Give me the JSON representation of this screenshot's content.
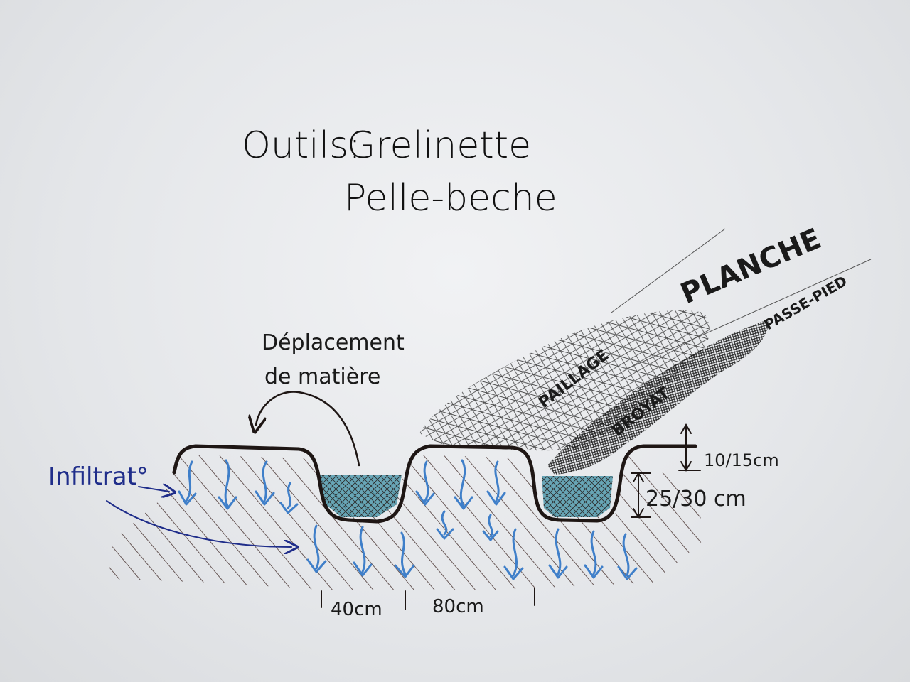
{
  "title": {
    "label": "Outils:",
    "tool_1": "Grelinette",
    "tool_2": "Pelle-beche"
  },
  "annotations": {
    "displacement_line1": "Déplacement",
    "displacement_line2": "de matière",
    "infiltration": "Infiltrat°",
    "planche": "PLANCHE",
    "passe_pied": "PASSE-PIED",
    "paillage": "PAILLAGE",
    "broyat": "BROYAT"
  },
  "dimensions": {
    "mulch_height": "10/15cm",
    "bed_depth": "25/30 cm",
    "path_width": "40cm",
    "bed_width": "80cm"
  },
  "colors": {
    "ink": "#1e1614",
    "water_blue": "#3f7fc9",
    "water_fill": "#3c8ea3",
    "label_blue": "#1f2d8a",
    "soil_hatch": "#3a2320"
  }
}
